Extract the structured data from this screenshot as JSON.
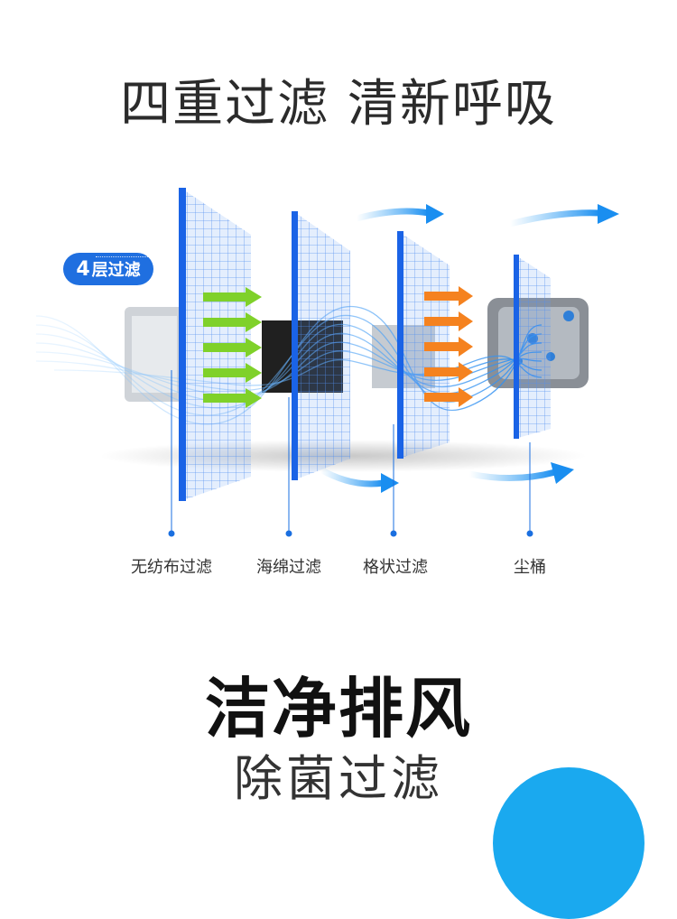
{
  "header": {
    "title": "四重过滤 清新呼吸"
  },
  "badge": {
    "number": "4",
    "text": "层过滤"
  },
  "filters": [
    {
      "label": "无纺布过滤"
    },
    {
      "label": "海绵过滤"
    },
    {
      "label": "格状过滤"
    },
    {
      "label": "尘桶"
    }
  ],
  "footer": {
    "title": "洁净排风",
    "subtitle": "除菌过滤"
  },
  "colors": {
    "accent": "#1f6fe0",
    "filter_blue": "#1a63e6",
    "green_arrow": "#7fd12a",
    "orange_arrow": "#f5821f",
    "corner": "#1aa9ef"
  }
}
